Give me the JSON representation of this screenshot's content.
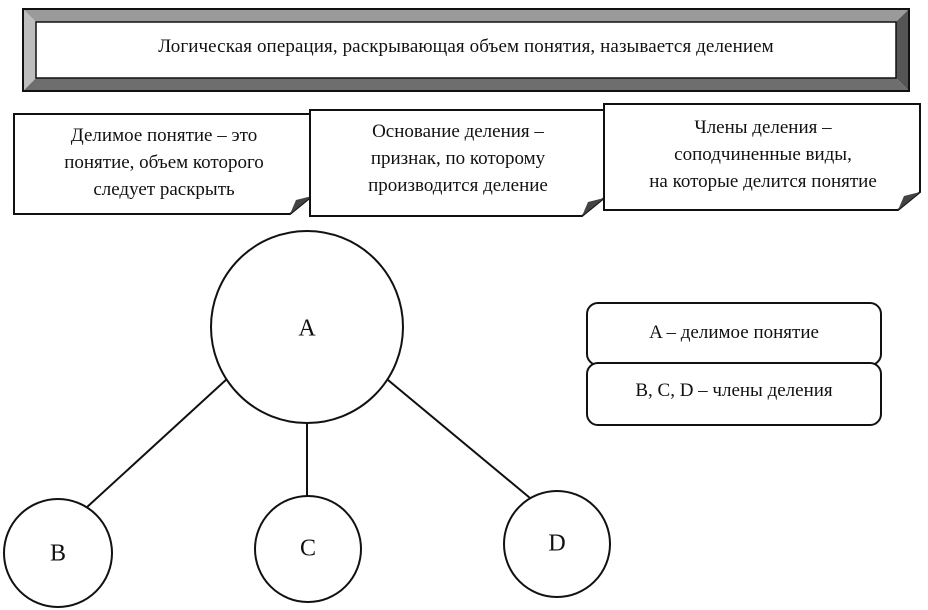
{
  "banner": {
    "title": "Логическая операция, раскрывающая объем понятия, называется делением"
  },
  "cards": [
    {
      "lines": [
        "Делимое понятие – это",
        "понятие, объем которого",
        "следует раскрыть"
      ]
    },
    {
      "lines": [
        "Основание деления –",
        "признак, по которому",
        "производится деление"
      ]
    },
    {
      "lines": [
        "Члены деления –",
        "соподчиненные виды,",
        "на которые делится понятие"
      ]
    }
  ],
  "tree": {
    "root": "A",
    "children": [
      "B",
      "C",
      "D"
    ]
  },
  "legend": [
    {
      "text": "A – делимое понятие"
    },
    {
      "text": "B, C, D – члены деления"
    }
  ]
}
